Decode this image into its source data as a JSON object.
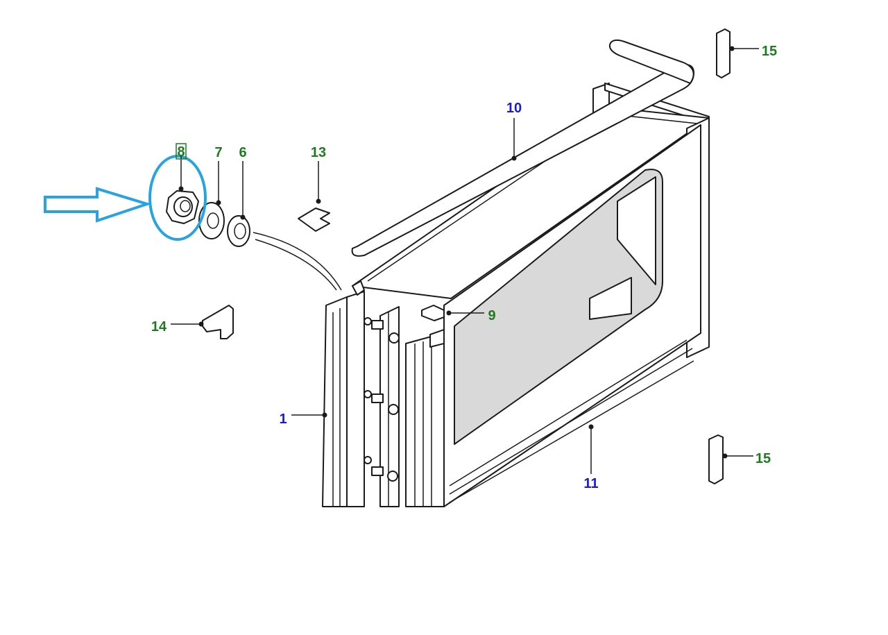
{
  "colors": {
    "label_green": "#1f7a1f",
    "label_blue": "#1a1ad6",
    "highlight": "#29a3e0",
    "line": "#1a1a1a"
  },
  "labels": {
    "part_1": "1",
    "part_6": "6",
    "part_7": "7",
    "part_8": "8",
    "part_9": "9",
    "part_10": "10",
    "part_11": "11",
    "part_13": "13",
    "part_14": "14",
    "part_15_top": "15",
    "part_15_bottom": "15"
  },
  "highlighted_part": "8"
}
